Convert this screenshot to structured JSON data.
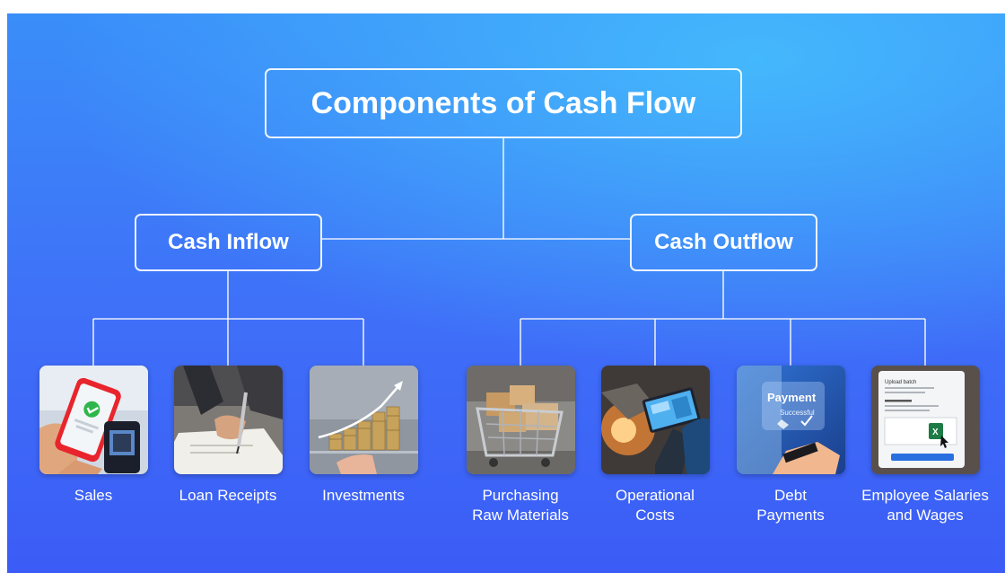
{
  "title": "Components of Cash Flow",
  "categories": [
    {
      "label": "Cash Inflow",
      "items": [
        {
          "label": "Sales",
          "icon": "payment-phone-icon"
        },
        {
          "label": "Loan Receipts",
          "icon": "signing-document-icon"
        },
        {
          "label": "Investments",
          "icon": "coin-growth-icon"
        }
      ]
    },
    {
      "label": "Cash Outflow",
      "items": [
        {
          "label": "Purchasing Raw Materials",
          "line1": "Purchasing",
          "line2": "Raw Materials",
          "icon": "shopping-cart-boxes-icon"
        },
        {
          "label": "Operational Costs",
          "line1": "Operational",
          "line2": "Costs",
          "icon": "factory-tablet-icon"
        },
        {
          "label": "Debt Payments",
          "line1": "Debt",
          "line2": "Payments",
          "icon": "payment-successful-icon",
          "card_text": "Payment",
          "card_subtext": "Successful"
        },
        {
          "label": "Employee Salaries and Wages",
          "line1": "Employee Salaries",
          "line2": "and Wages",
          "icon": "spreadsheet-upload-icon",
          "card_text": "Upload batch"
        }
      ]
    }
  ],
  "colors": {
    "background_top": "#3a8ef9",
    "background_bottom": "#3b5cf6",
    "accent_light": "#44b8fc",
    "line": "#ffffff"
  }
}
